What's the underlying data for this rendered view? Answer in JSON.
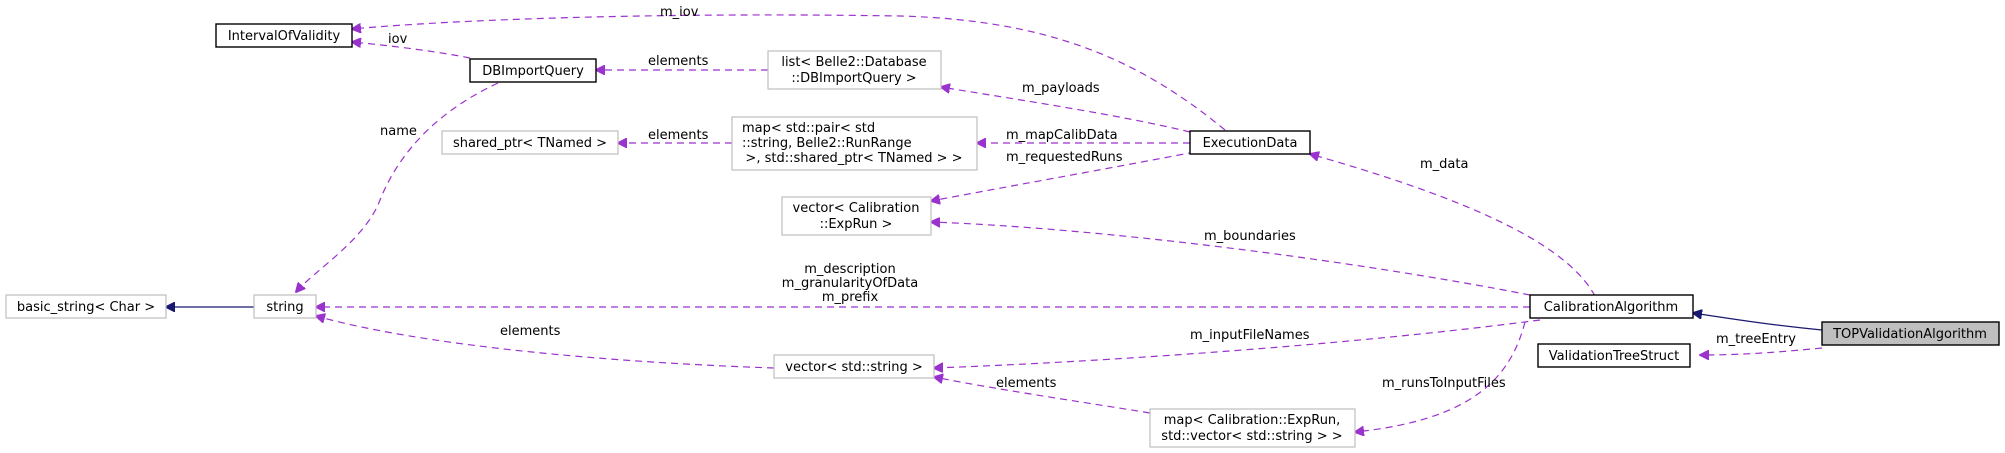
{
  "nodes": {
    "interval_of_validity": "IntervalOfValidity",
    "db_import_query": "DBImportQuery",
    "list_db_import_query": [
      "list< Belle2::Database",
      "::DBImportQuery >"
    ],
    "shared_ptr_tnamed": "shared_ptr< TNamed >",
    "map_pair": [
      "map< std::pair< std",
      "::string, Belle2::RunRange",
      ">, std::shared_ptr< TNamed > >"
    ],
    "execution_data": "ExecutionData",
    "vector_calibration_exprun": [
      "vector< Calibration",
      "::ExpRun >"
    ],
    "basic_string": "basic_string< Char >",
    "string": "string",
    "calibration_algorithm": "CalibrationAlgorithm",
    "top_validation_algorithm": "TOPValidationAlgorithm",
    "validation_tree_struct": "ValidationTreeStruct",
    "vector_std_string": "vector< std::string >",
    "map_exprun_vector": [
      "map< Calibration::ExpRun,",
      "std::vector< std::string > >"
    ]
  },
  "edges": {
    "m_iov": "m_iov",
    "iov": "iov",
    "elements_list": "elements",
    "m_payloads": "m_payloads",
    "elements_shared_ptr": "elements",
    "m_map_calib_data": "m_mapCalibData",
    "m_requested_runs": "m_requestedRuns",
    "m_data": "m_data",
    "name": "name",
    "m_boundaries": "m_boundaries",
    "string_members": [
      "m_description",
      "m_granularityOfData",
      "m_prefix"
    ],
    "elements_vector_string": "elements",
    "m_input_file_names": "m_inputFileNames",
    "m_tree_entry": "m_treeEntry",
    "elements_map_vector": "elements",
    "m_runs_to_input_files": "m_runsToInputFiles"
  },
  "colors": {
    "usage_edge": "#9a32cd",
    "inheritance_edge": "#191970",
    "focus_fill": "#bfbfbf",
    "grey_border": "#bfbfbf"
  }
}
